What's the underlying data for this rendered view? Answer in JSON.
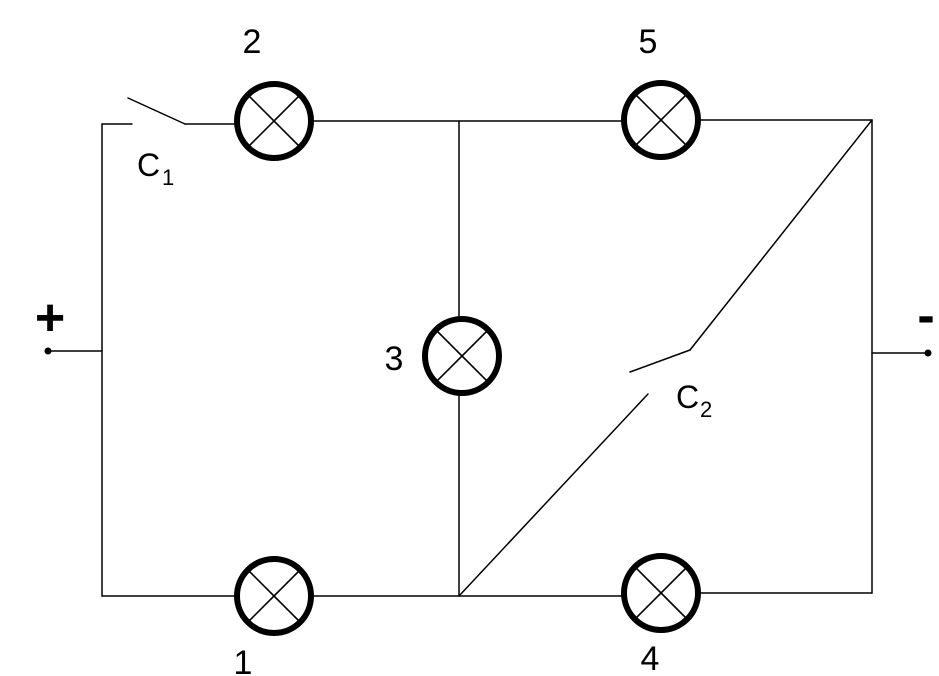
{
  "terminals": {
    "positive": "+",
    "negative": "-"
  },
  "lamps": [
    "1",
    "2",
    "3",
    "4",
    "5"
  ],
  "switches": [
    {
      "letter": "C",
      "index": "1"
    },
    {
      "letter": "C",
      "index": "2"
    }
  ]
}
